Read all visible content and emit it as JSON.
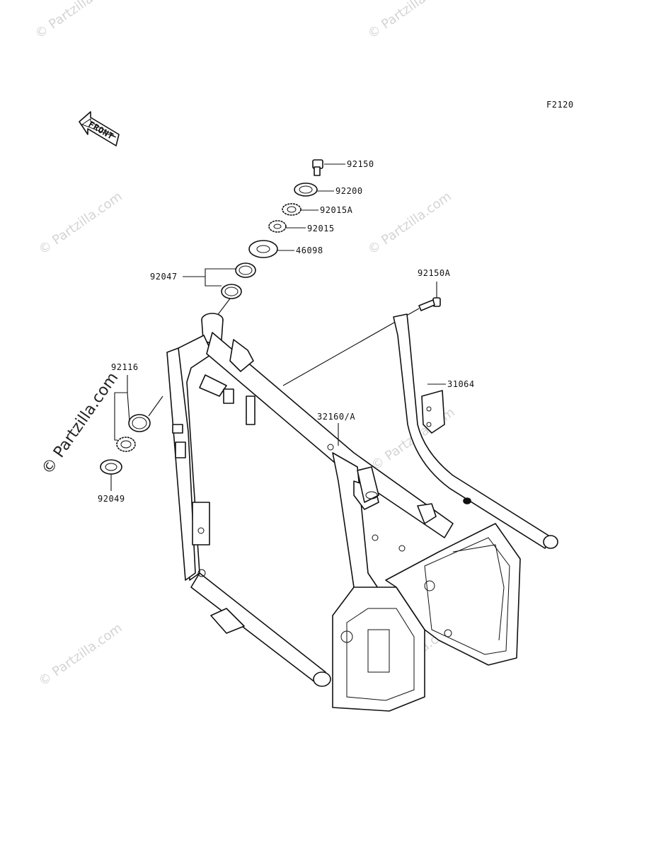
{
  "diagram_code": "F2120",
  "front_arrow_label": "FRONT",
  "watermark_text": "© Partzilla.com",
  "parts": [
    {
      "id": "92150",
      "label": "92150"
    },
    {
      "id": "92200",
      "label": "92200"
    },
    {
      "id": "92015A",
      "label": "92015A"
    },
    {
      "id": "92015",
      "label": "92015"
    },
    {
      "id": "46098",
      "label": "46098"
    },
    {
      "id": "92047",
      "label": "92047"
    },
    {
      "id": "92150A",
      "label": "92150A"
    },
    {
      "id": "31064",
      "label": "31064"
    },
    {
      "id": "32160A",
      "label": "32160/A"
    },
    {
      "id": "92116",
      "label": "92116"
    },
    {
      "id": "92049",
      "label": "92049"
    }
  ],
  "colors": {
    "ink": "#111111",
    "watermark": "#d4d4d4",
    "background": "#ffffff"
  }
}
